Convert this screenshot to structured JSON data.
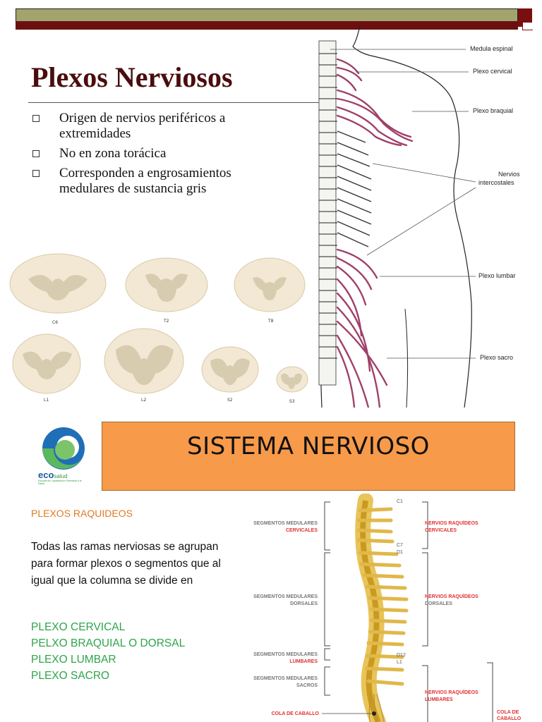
{
  "slide1": {
    "title": "Plexos Nerviosos",
    "bullets": [
      "Origen de nervios periféricos a extremidades",
      "No en zona torácica",
      "Corresponden a engrosamientos medulares de sustancia gris"
    ],
    "section_labels": [
      "C6",
      "T2",
      "T8",
      "L1",
      "L2",
      "S2",
      "S3"
    ],
    "anatomy_labels": {
      "medula": "Medula espinal",
      "cervical": "Plexo cervical",
      "braquial": "Plexo braquial",
      "intercostales_1": "Nervios",
      "intercostales_2": "intercostales",
      "lumbar": "Plexo lumbar",
      "sacro": "Plexo sacro"
    },
    "colors": {
      "title": "#4a0d0d",
      "bar_top": "#a3a36e",
      "bar_bottom": "#6b0f0f"
    }
  },
  "slide2": {
    "logo": {
      "name": "eco",
      "name2": "salud",
      "subtitle": "Escuela de Capacitación Orientada a la Salud"
    },
    "banner": "SISTEMA NERVIOSO",
    "subtitle": "PLEXOS RAQUIDEOS",
    "paragraph": "Todas las ramas nerviosas se agrupan para formar plexos o segmentos que al igual que la columna se divide en",
    "list": [
      "PLEXO CERVICAL",
      "PELXO BRAQUIAL O DORSAL",
      "PLEXO LUMBAR",
      "PLEXO SACRO"
    ],
    "figure": {
      "left": {
        "cerv_1": "SEGMENTOS MEDULARES",
        "cerv_2": "CERVICALES",
        "dors_1": "SEGMENTOS MEDULARES",
        "dors_2": "DORSALES",
        "lumb_1": "SEGMENTOS MEDULARES",
        "lumb_2": "LUMBARES",
        "sacr_1": "SEGMENTOS MEDULARES",
        "sacr_2": "SACROS",
        "cola": "COLA DE CABALLO"
      },
      "ticks": {
        "c1": "C1",
        "c7": "C7",
        "d1": "D1",
        "d12": "D12",
        "l1": "L1"
      },
      "right": {
        "cerv_1": "NERVIOS RAQUÍDEOS",
        "cerv_2": "CERVICALES",
        "dors_1": "NERVIOS RAQUÍDEOS",
        "dors_2": "DORSALES",
        "lumb_1": "NERVIOS RAQUÍDEOS",
        "lumb_2": "LUMBARES",
        "cola_1": "COLA DE",
        "cola_2": "CABALLO"
      }
    },
    "colors": {
      "banner": "#f79a4a",
      "subtitle": "#e07b20",
      "list": "#2ca64a",
      "red_label": "#e03030"
    }
  }
}
